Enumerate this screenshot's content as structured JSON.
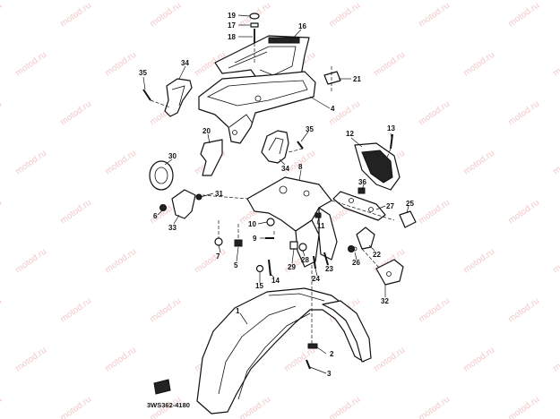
{
  "watermark": "motod.ru",
  "diagram_code": "3WS362-4180",
  "callouts": [
    {
      "id": "c19",
      "text": "19"
    },
    {
      "id": "c17",
      "text": "17"
    },
    {
      "id": "c18",
      "text": "18"
    },
    {
      "id": "c16",
      "text": "16"
    },
    {
      "id": "c35a",
      "text": "35"
    },
    {
      "id": "c34a",
      "text": "34"
    },
    {
      "id": "c21",
      "text": "21"
    },
    {
      "id": "c4",
      "text": "4"
    },
    {
      "id": "c13",
      "text": "13"
    },
    {
      "id": "c12",
      "text": "12"
    },
    {
      "id": "c20",
      "text": "20"
    },
    {
      "id": "c35b",
      "text": "35"
    },
    {
      "id": "c34b",
      "text": "34"
    },
    {
      "id": "c30",
      "text": "30"
    },
    {
      "id": "c8",
      "text": "8"
    },
    {
      "id": "c36",
      "text": "36"
    },
    {
      "id": "c31",
      "text": "31"
    },
    {
      "id": "c6",
      "text": "6"
    },
    {
      "id": "c33",
      "text": "33"
    },
    {
      "id": "c27",
      "text": "27"
    },
    {
      "id": "c25",
      "text": "25"
    },
    {
      "id": "c10",
      "text": "10"
    },
    {
      "id": "c11",
      "text": "11"
    },
    {
      "id": "c9",
      "text": "9"
    },
    {
      "id": "c7",
      "text": "7"
    },
    {
      "id": "c5",
      "text": "5"
    },
    {
      "id": "c29",
      "text": "29"
    },
    {
      "id": "c28",
      "text": "28"
    },
    {
      "id": "c23",
      "text": "23"
    },
    {
      "id": "c26",
      "text": "26"
    },
    {
      "id": "c22",
      "text": "22"
    },
    {
      "id": "c24",
      "text": "24"
    },
    {
      "id": "c15",
      "text": "15"
    },
    {
      "id": "c14",
      "text": "14"
    },
    {
      "id": "c32",
      "text": "32"
    },
    {
      "id": "c1",
      "text": "1"
    },
    {
      "id": "c2",
      "text": "2"
    },
    {
      "id": "c3",
      "text": "3"
    }
  ]
}
